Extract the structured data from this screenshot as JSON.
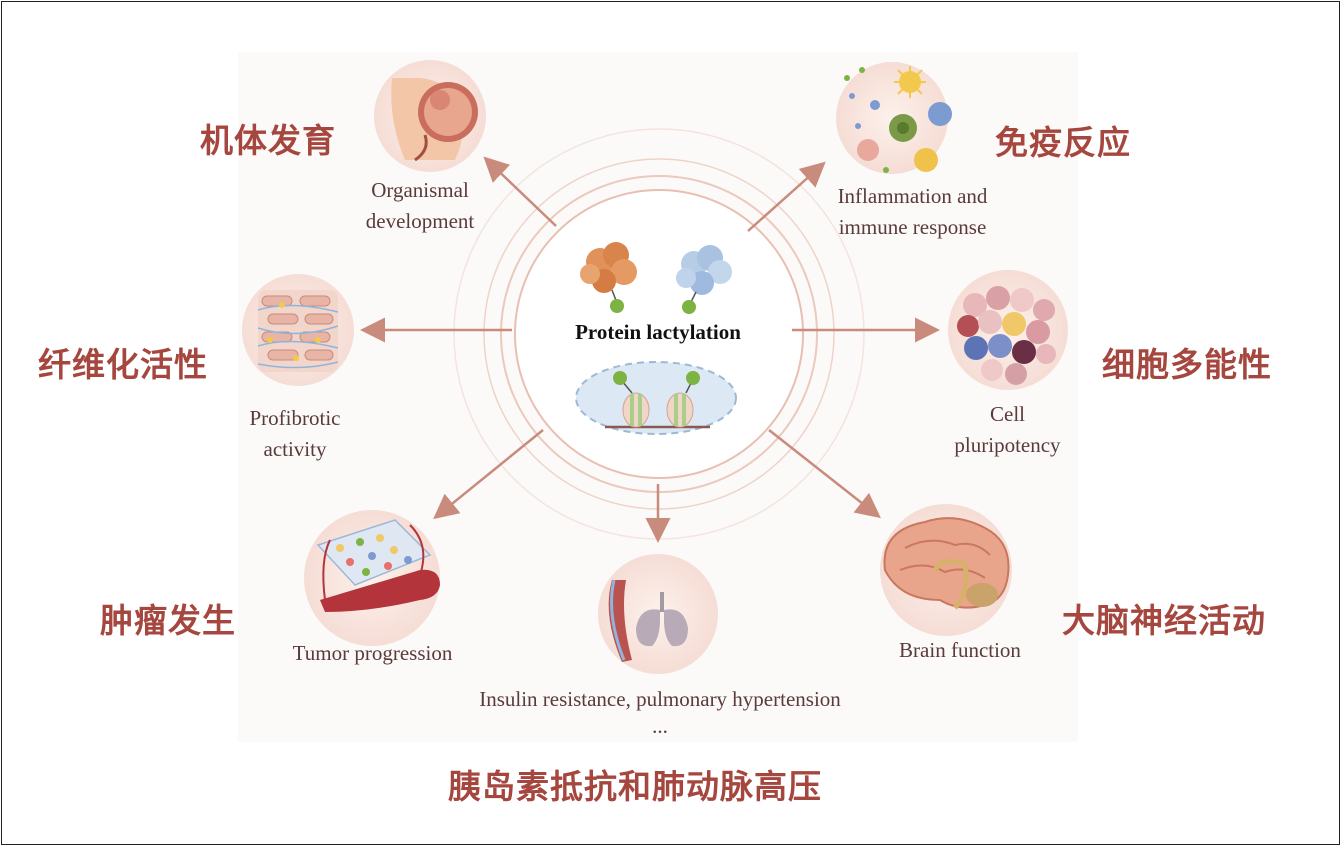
{
  "center": {
    "title": "Protein lactylation"
  },
  "nodes": {
    "development": {
      "en_line1": "Organismal",
      "en_line2": "development",
      "cn": "机体发育",
      "icon": "fetus-icon"
    },
    "immune": {
      "en_line1": "Inflammation and",
      "en_line2": "immune response",
      "cn": "免疫反应",
      "icon": "immune-cells-icon"
    },
    "fibrotic": {
      "en_line1": "Profibrotic",
      "en_line2": "activity",
      "cn": "纤维化活性",
      "icon": "fibroblast-tissue-icon"
    },
    "pluripotency": {
      "en_line1": "Cell",
      "en_line2": "pluripotency",
      "cn": "细胞多能性",
      "icon": "stem-cell-cluster-icon"
    },
    "tumor": {
      "en_line1": "Tumor progression",
      "cn": "肿瘤发生",
      "icon": "tumor-vessel-icon"
    },
    "insulin": {
      "en_line1": "Insulin resistance, pulmonary hypertension",
      "en_line2": "...",
      "cn": "胰岛素抵抗和肺动脉高压",
      "icon": "muscle-lung-icon"
    },
    "brain": {
      "en_line1": "Brain function",
      "cn": "大脑神经活动",
      "icon": "brain-icon"
    }
  },
  "colors": {
    "arrow": "#c98b7c",
    "cn_text": "#a5473f",
    "ring": "#ecc8bd",
    "node_bg": "#f8e6e0"
  }
}
